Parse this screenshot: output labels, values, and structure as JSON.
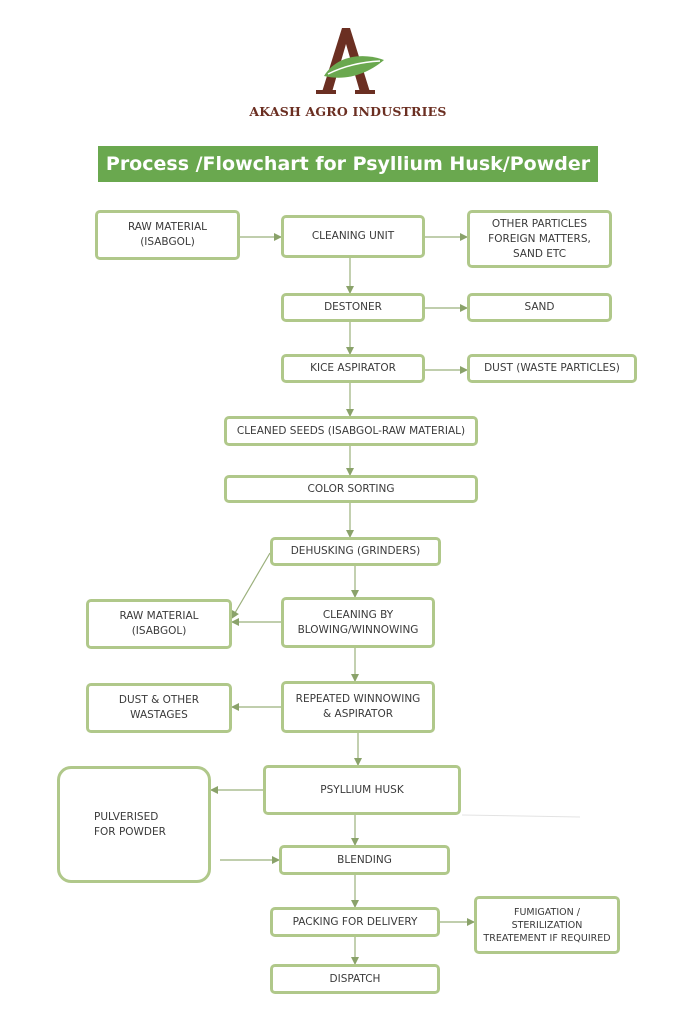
{
  "header": {
    "company": "AKASH AGRO INDUSTRIES",
    "title": "Process /Flowchart  for Psyllium Husk/Powder",
    "logo_icon": "leaf-a-logo-icon"
  },
  "colors": {
    "banner": "#6aa84f",
    "box_border": "#b0c88a",
    "arrow": "#8aa26a",
    "company_text": "#6b2f22"
  },
  "nodes": {
    "raw_material_1": "RAW MATERIAL\n(ISABGOL)",
    "cleaning_unit": "CLEANING UNIT",
    "other_particles": "OTHER PARTICLES\nFOREIGN MATTERS,\nSAND ETC",
    "destoner": "DESTONER",
    "sand": "SAND",
    "kice_aspirator": "KICE ASPIRATOR",
    "dust_waste": "DUST (WASTE PARTICLES)",
    "cleaned_seeds": "CLEANED SEEDS (ISABGOL-RAW MATERIAL)",
    "color_sorting": "COLOR SORTING",
    "dehusking": "DEHUSKING (GRINDERS)",
    "raw_material_2": "RAW MATERIAL\n(ISABGOL)",
    "cleaning_blowing": "CLEANING BY\nBLOWING/WINNOWING",
    "dust_other": "DUST & OTHER\nWASTAGES",
    "repeated_winnowing": "REPEATED WINNOWING\n& ASPIRATOR",
    "psyllium_husk": "PSYLLIUM HUSK",
    "pulverised": "PULVERISED\nFOR POWDER",
    "blending": "BLENDING",
    "packing": "PACKING FOR DELIVERY",
    "fumigation": "FUMIGATION / STERILIZATION\nTREATEMENT IF REQUIRED",
    "dispatch": "DISPATCH"
  }
}
